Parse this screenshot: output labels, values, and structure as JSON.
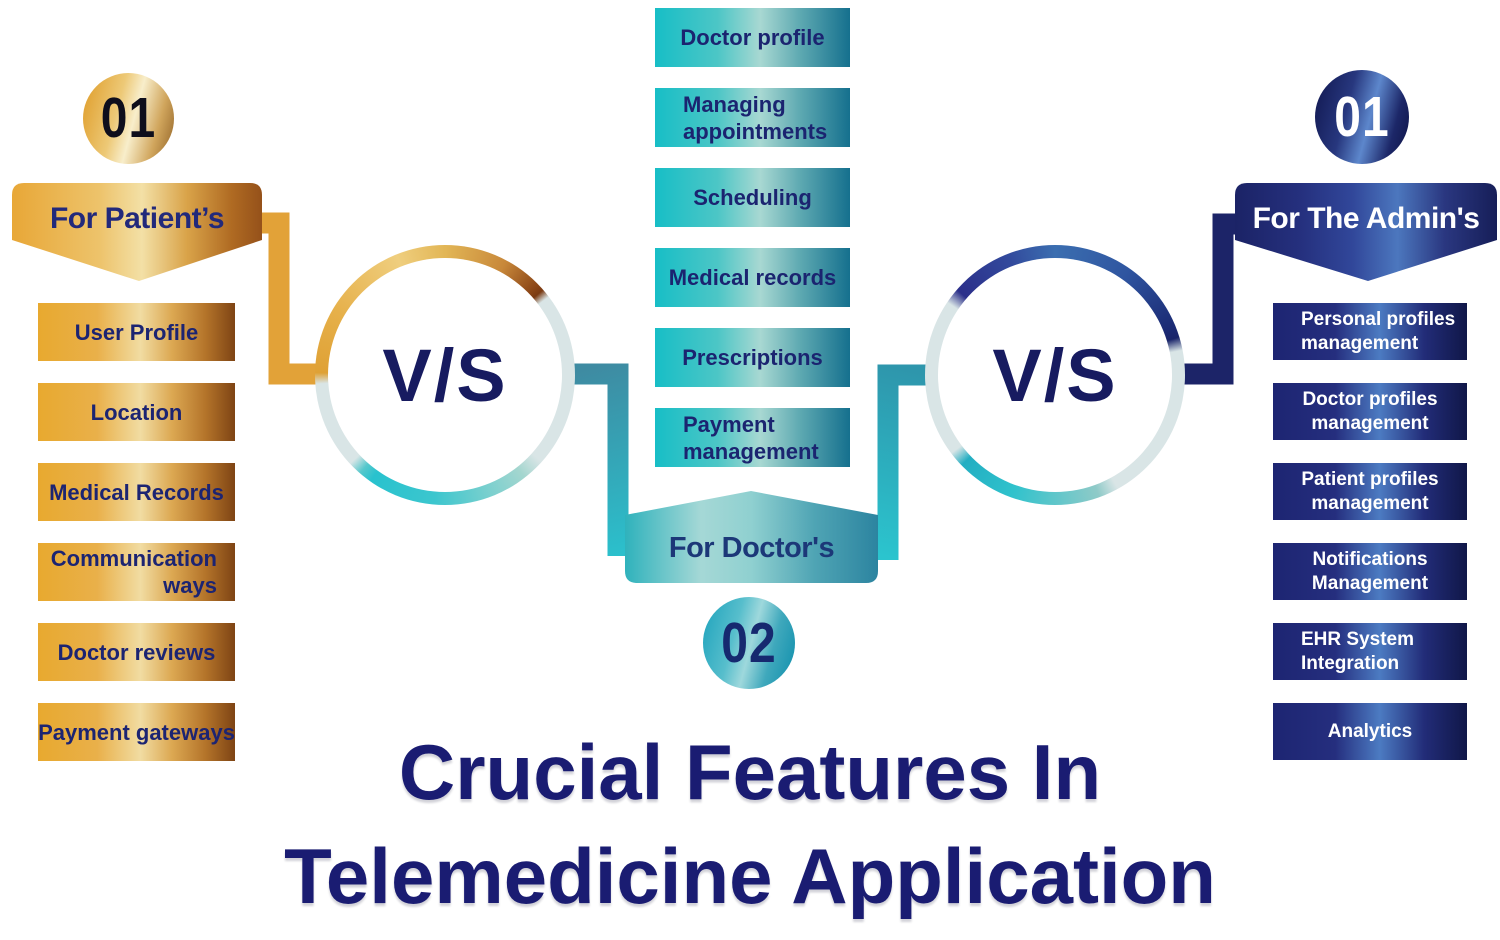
{
  "title": {
    "line1": "Crucial Features In",
    "line2": "Telemedicine Application"
  },
  "vs_label": "V/S",
  "patients": {
    "badge": "01",
    "header": "For Patient’s",
    "items": [
      "User Profile",
      "Location",
      "Medical Records",
      "Communication\nways",
      "Doctor reviews",
      "Payment gateways"
    ]
  },
  "doctors": {
    "badge": "02",
    "header": "For Doctor's",
    "items": [
      "Doctor profile",
      "Managing\nappointments",
      "Scheduling",
      "Medical records",
      "Prescriptions",
      "Payment\nmanagement"
    ]
  },
  "admins": {
    "badge": "01",
    "header": "For The Admin's",
    "items": [
      "Personal profiles\nmanagement",
      "Doctor profiles\nmanagement",
      "Patient profiles\nmanagement",
      "Notifications\nManagement",
      "EHR System\nIntegration",
      "Analytics"
    ]
  },
  "colors": {
    "gold": "#E8A92F",
    "gold_dark": "#7E4414",
    "teal": "#1FBFC8",
    "teal_dark": "#13708E",
    "navy": "#1B2468",
    "navy_light": "#4C7BC2",
    "ring_pale": "#D9E5E6",
    "text_navy": "#1B2470",
    "title_navy": "#1A1C72"
  }
}
